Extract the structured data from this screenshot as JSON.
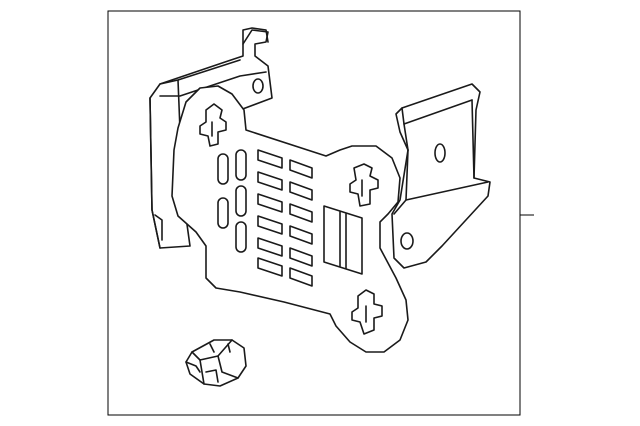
{
  "diagram": {
    "parts": [
      {
        "name": "mounting-bracket"
      },
      {
        "name": "clip-nut"
      }
    ],
    "callouts": 1,
    "colors": {
      "line": "#1a1a1a",
      "background": "#ffffff",
      "frame": "#000000"
    }
  }
}
